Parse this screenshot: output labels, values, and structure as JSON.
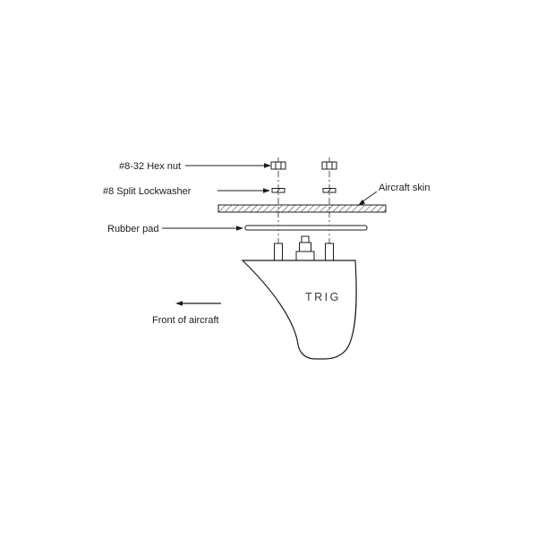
{
  "diagram": {
    "labels": {
      "hex_nut": "#8-32 Hex nut",
      "lockwasher": "#8 Split Lockwasher",
      "aircraft_skin": "Aircraft skin",
      "rubber_pad": "Rubber pad",
      "front_of_aircraft": "Front of aircraft"
    },
    "brand": "TRIG",
    "colors": {
      "line": "#1c1c1c",
      "background": "#ffffff"
    }
  }
}
